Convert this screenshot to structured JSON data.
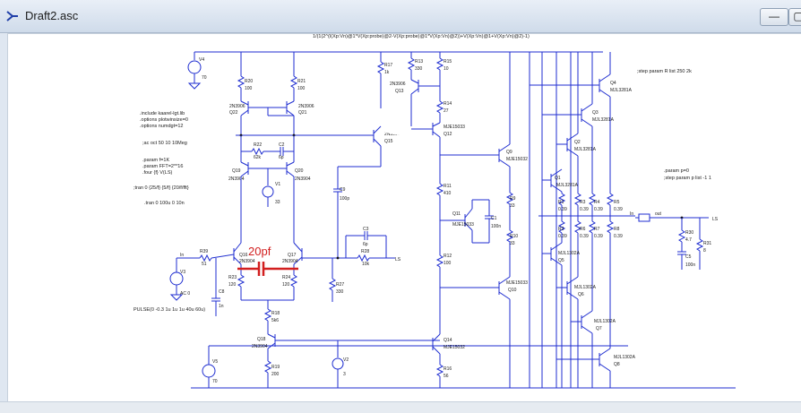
{
  "window": {
    "title": "Draft2.asc",
    "min_label": "—",
    "restore_label": "▢"
  },
  "colors": {
    "wire": "#1f2ed0",
    "annotation": "#d21f1f"
  },
  "bias_expr": "1/(1(2^(I(Xp:Vn)@1*V(Xp:probe)@2-V(Xp:probe)@1*V(Xp:Vn)@2))+V(Xp:Vn)@1+V(Xp:Vn)@2)-1)",
  "directives": {
    "include": ".include kaarel-lgt.lib",
    "plotwinsize": ".options plotwinsize=0",
    "numdgt": ".options numdgt=12",
    "ac": ";ac oct 50 10 10Meg",
    "param_f": ".param f=1K",
    "param_fft": ".param FFT=2**16",
    "four": ".four {f} V(LS)",
    "tran1": ";tran 0 {25/f} {5/f} {20/f/fft}",
    "tran2": ".tran 0 100u 0 10n",
    "step_rlist": ";step param R list 250 2k",
    "param_p": ".param p=0",
    "step_p": ";step param p list -1 1"
  },
  "annotation": "20pf",
  "source_v3": "PULSE(0 -0.3 1u 1u 1u 40u 60u)",
  "labels": {
    "v4": "V4",
    "v4v": "70",
    "v5": "V5",
    "v5v": "70",
    "v1": "V1",
    "v1v": "33",
    "v2": "V2",
    "v2v": "3",
    "v3": "V3",
    "v3v": "AC 0",
    "r20": "R20",
    "r20v": "100",
    "r21": "R21",
    "r21v": "100",
    "q22": "2N3906",
    "q22n": "Q22",
    "q21": "2N3906",
    "q21n": "Q21",
    "r22": "R22",
    "r22v": "62k",
    "c2": "C2",
    "c2v": "6p",
    "q19": "Q19",
    "q19t": "2N3904",
    "q20": "Q20",
    "q20t": "2N3904",
    "r17": "R17",
    "r17v": "1k",
    "r13": "R13",
    "r13v": "330",
    "r15": "R15",
    "r15v": "10",
    "q13t": "2N3906",
    "q13": "Q13",
    "r14": "R14",
    "r14v": "27",
    "q15t": "2N3906",
    "q15": "Q15",
    "q12t": "MJE15033",
    "q12": "Q12",
    "c9": "C9",
    "c9v": "100p",
    "r11": "R11",
    "r11v": "410",
    "q11": "Q11",
    "q11t": "MJE15033",
    "c1": "C1",
    "c1v": "100n",
    "r12": "R12",
    "r12v": "100",
    "q14": "Q14",
    "q14t": "MJE15032",
    "r16": "R16",
    "r16v": "56",
    "q9": "Q9",
    "q9t": "MJE15032",
    "r9": "R9",
    "r9v": "33",
    "r10": "R10",
    "r10v": "33",
    "q10t": "MJE15033",
    "q10": "Q10",
    "in": "In",
    "r39": "R39",
    "r39v": "51",
    "q16": "Q16",
    "q16t": "2N3904",
    "q17": "Q17",
    "q17t": "2N3904",
    "r23": "R23",
    "r23v": "120",
    "r24": "R24",
    "r24v": "120",
    "c8": "C8",
    "c8v": "1n",
    "r27": "R27",
    "r27v": "330",
    "c3": "C3",
    "c3v": "6p",
    "r28": "R28",
    "r28v": "10k",
    "ls": "LS",
    "r18": "R18",
    "r18v": "5k6",
    "q18": "Q18",
    "q18t": "2N3904",
    "r19": "R19",
    "r19v": "200",
    "q4": "Q4",
    "q4t": "MJL3281A",
    "q3": "Q3",
    "q3t": "MJL3281A",
    "q2": "Q2",
    "q2t": "MJL3281A",
    "q1": "Q1",
    "q1t": "MJL3281A",
    "r1": "R1",
    "r1v": "0.39",
    "r3": "R3",
    "r3v": "0.39",
    "r4": "R4",
    "r4v": "0.39",
    "r5": "R5",
    "r5v": "0.39",
    "r2": "R2",
    "r2v": "0.39",
    "r6": "R6",
    "r6v": "0.39",
    "r7": "R7",
    "r7v": "0.39",
    "r8": "R8",
    "r8v": "0.39",
    "q5t": "MJL1302A",
    "q5": "Q5",
    "q6t": "MJL1302A",
    "q6": "Q6",
    "q7t": "MJL1302A",
    "q7": "Q7",
    "q8t": "MJL1302A",
    "q8": "Q8",
    "in2": "In",
    "out": "out",
    "ls2": "LS",
    "r30": "R30",
    "r30v": "4.7",
    "c5": "C5",
    "c5v": "100n",
    "r31": "R31",
    "r31v": "8"
  }
}
